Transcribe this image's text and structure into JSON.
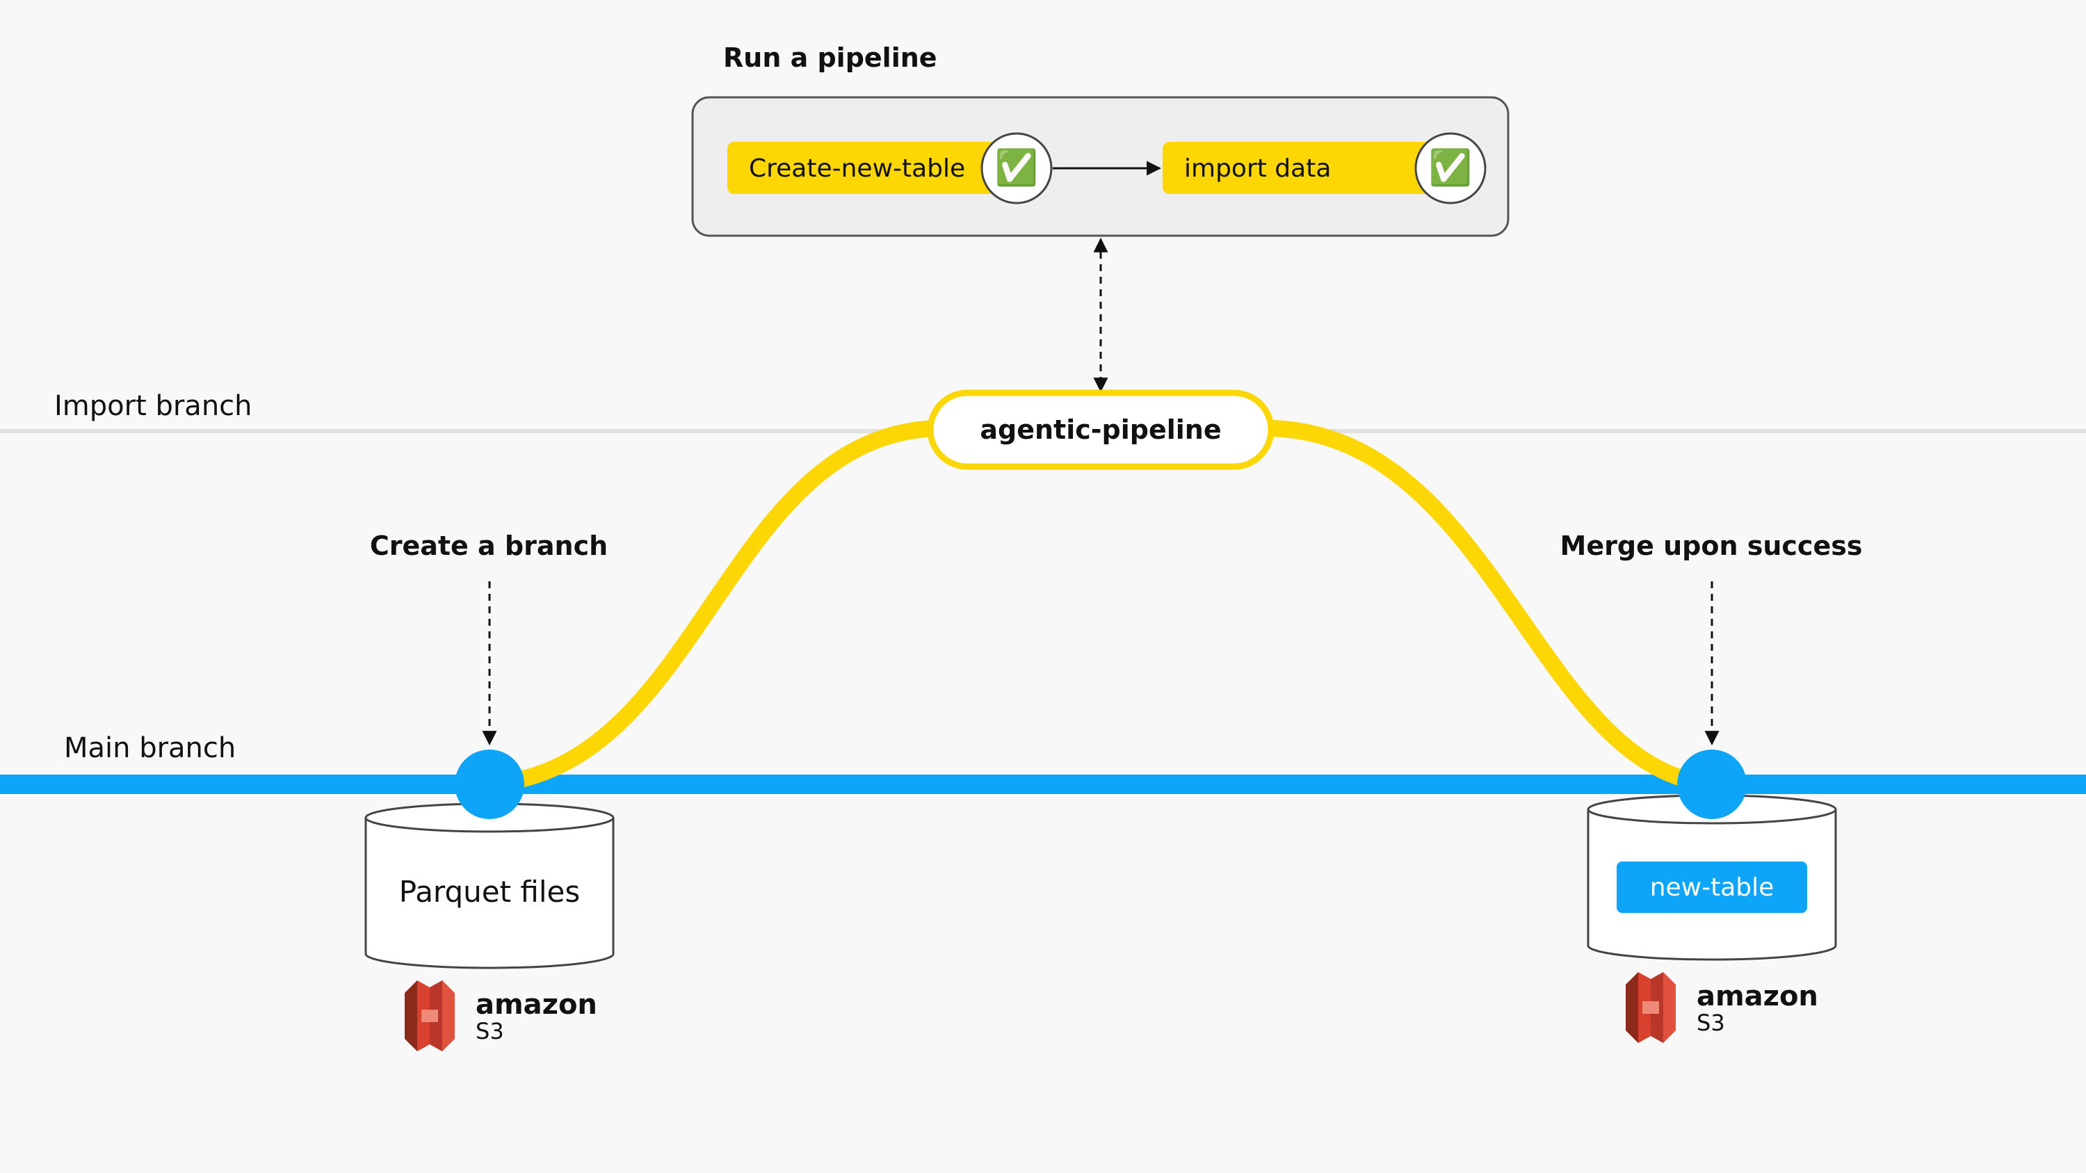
{
  "pipeline": {
    "title": "Run a pipeline",
    "steps": [
      {
        "label": "Create-new-table",
        "status": "✅"
      },
      {
        "label": "import data",
        "status": "✅"
      }
    ]
  },
  "branches": {
    "import_label": "Import branch",
    "main_label": "Main branch",
    "agentic_label": "agentic-pipeline"
  },
  "create_branch": {
    "label": "Create a branch",
    "storage_label": "Parquet files",
    "brand_name": "amazon",
    "brand_sub": "S3"
  },
  "merge": {
    "label": "Merge upon success",
    "table_label": "new-table",
    "brand_name": "amazon",
    "brand_sub": "S3"
  },
  "colors": {
    "background": "#f8f8f8",
    "main_branch": "#0ea5f8",
    "import_branch": "#fdd605",
    "step_fill": "#fdd605",
    "table_chip": "#0ea5f8",
    "s3_red": "#d8412e"
  }
}
